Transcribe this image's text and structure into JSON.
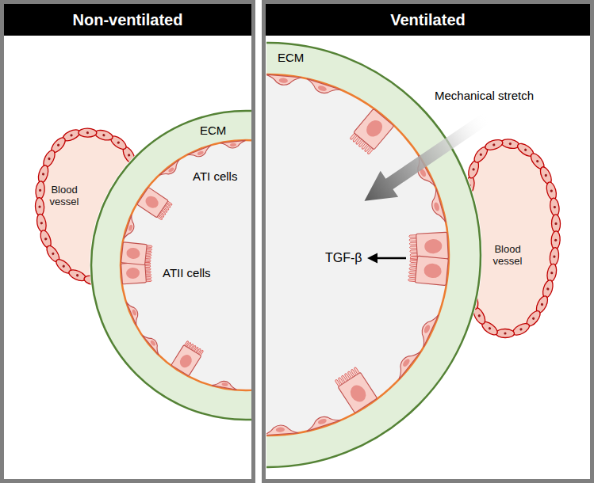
{
  "diagram": {
    "nodes": [
      {
        "text": [
          "Non-ventilated"
        ]
      },
      {
        "text": [
          "Blood vessel"
        ],
        "in": 0
      },
      {
        "text": [
          "Ventilated"
        ]
      },
      {
        "text": [
          "Blood vessel"
        ],
        "in": 2
      }
    ],
    "labels": [
      "ECM",
      "ATI cells",
      "ATII cells",
      "ECM",
      "Mechanical stretch",
      "TGF-β"
    ]
  }
}
